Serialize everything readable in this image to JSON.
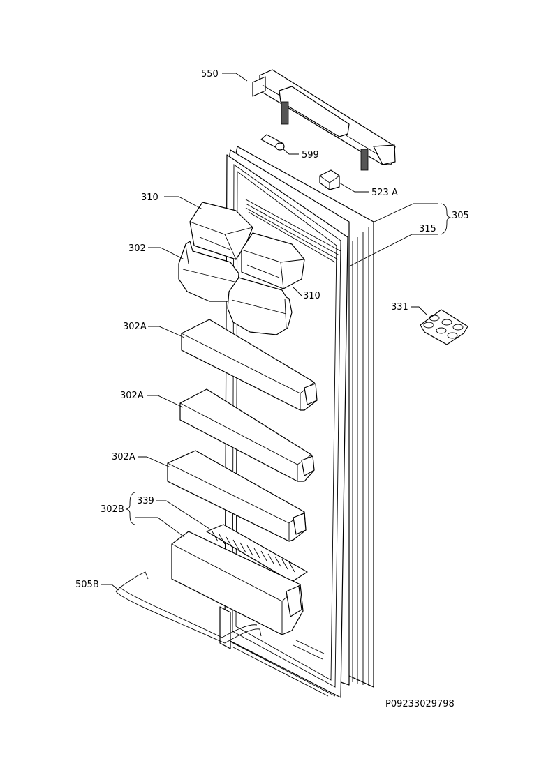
{
  "labels": {
    "l550": "550",
    "l599": "599",
    "l523a": "523 A",
    "l305": "305",
    "l315": "315",
    "l310a": "310",
    "l310b": "310",
    "l302": "302",
    "l331": "331",
    "l302a1": "302A",
    "l302a2": "302A",
    "l302a3": "302A",
    "l302b": "302B",
    "l339": "339",
    "l505b": "505B"
  },
  "reference": "P09233029798"
}
